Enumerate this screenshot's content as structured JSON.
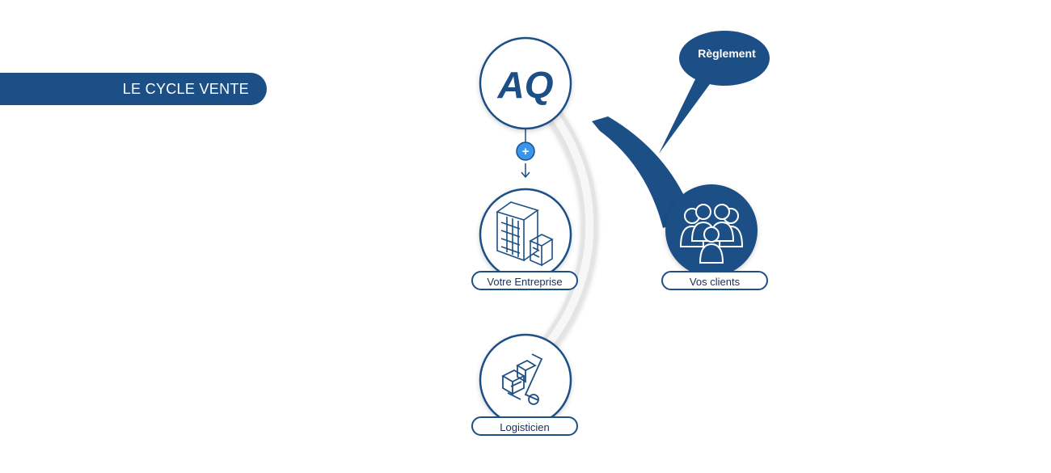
{
  "banner": {
    "title": "LE CYCLE VENTE"
  },
  "logo": {
    "text": "AQ"
  },
  "callout": {
    "label": "Règlement"
  },
  "nodes": {
    "enterprise": {
      "label": "Votre Entreprise",
      "icon": "building-icon"
    },
    "clients": {
      "label": "Vos clients",
      "icon": "people-icon"
    },
    "logistics": {
      "label": "Logisticien",
      "icon": "hand-truck-icon"
    }
  },
  "connector": {
    "symbol": "+"
  },
  "colors": {
    "primary": "#1c4f86",
    "accent": "#2f8ee6",
    "track": "#e6e6e6",
    "text": "#1c2f4f"
  }
}
